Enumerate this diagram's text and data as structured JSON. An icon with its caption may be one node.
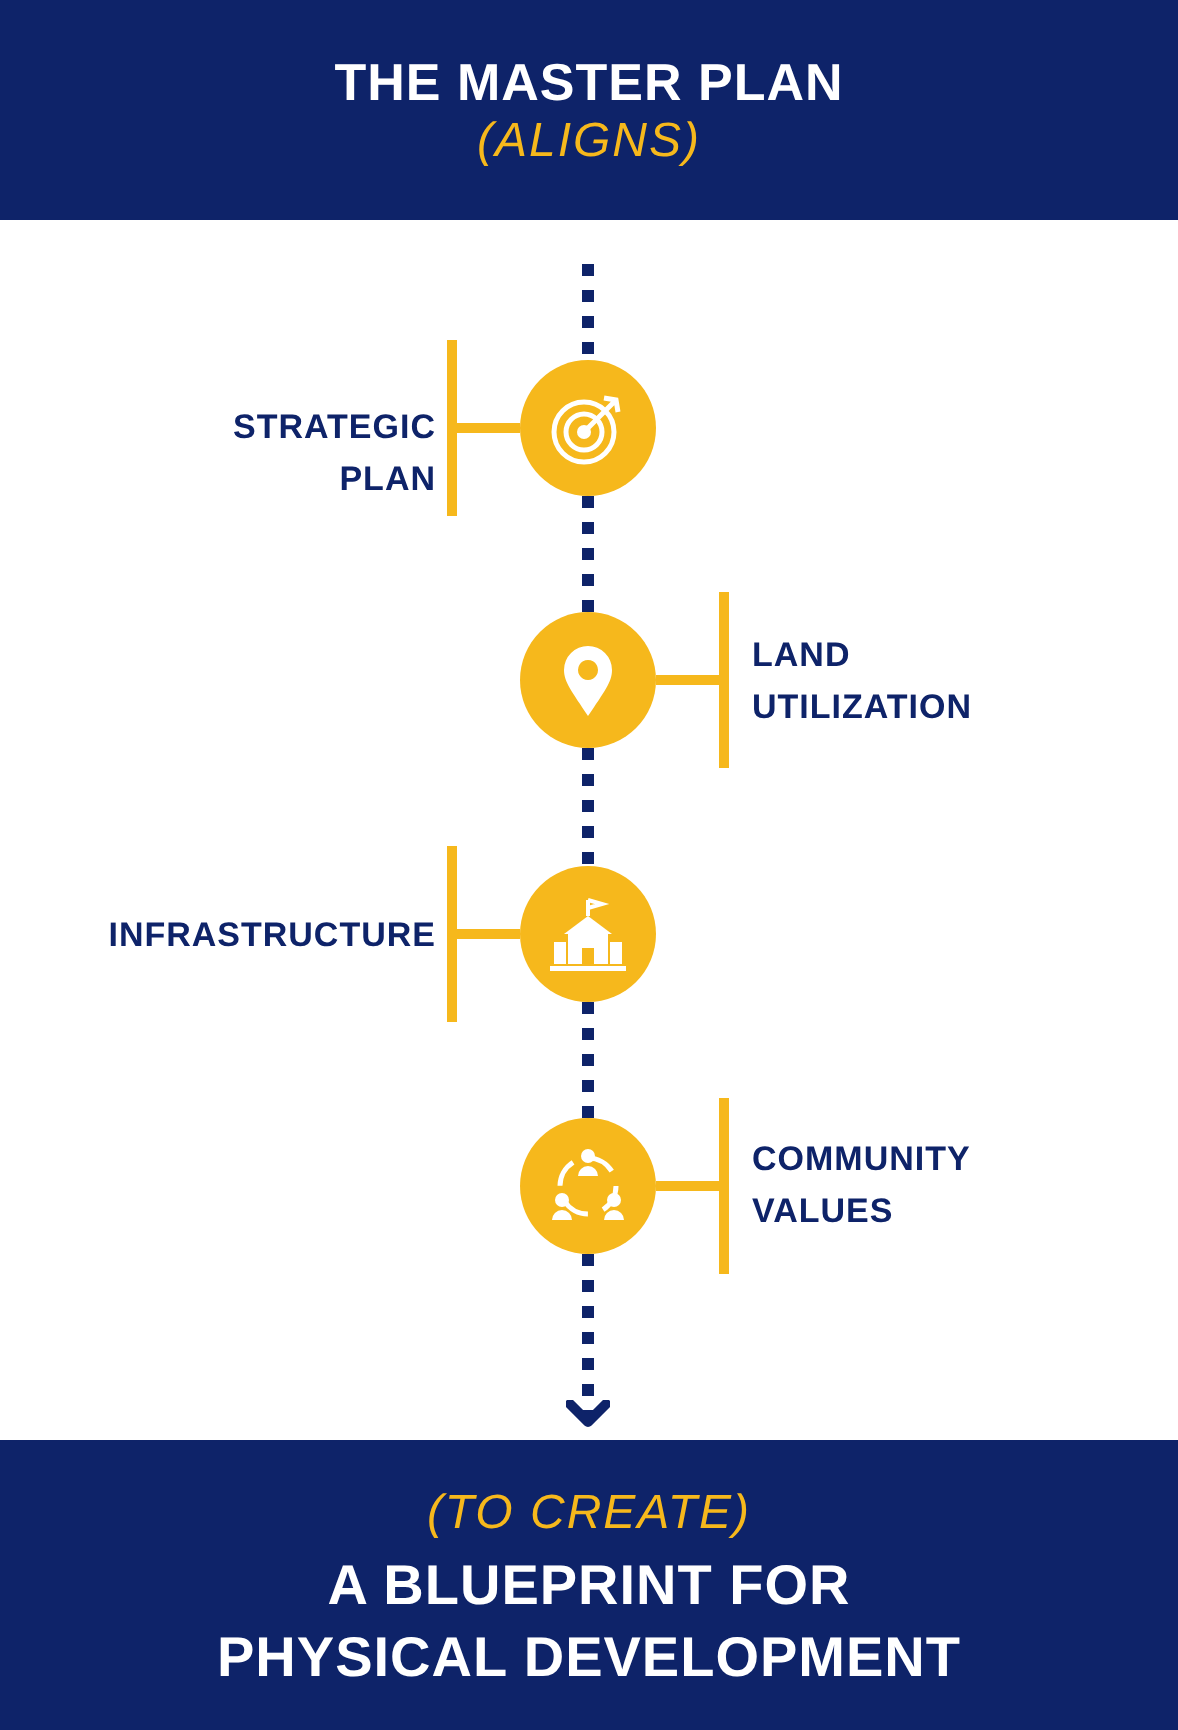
{
  "diagram": {
    "nodes": [
      {
        "text": [
          "THE MASTER PLAN",
          "(ALIGNS)"
        ]
      },
      {
        "text": [],
        "shape": "circle",
        "beside": [
          "STRATEGIC PLAN"
        ]
      },
      {
        "text": [],
        "shape": "circle",
        "beside": [
          "LAND UTILIZATION"
        ]
      },
      {
        "text": [],
        "shape": "circle",
        "beside": [
          "INFRASTRUCTURE"
        ]
      },
      {
        "text": [],
        "shape": "circle",
        "beside": [
          "COMMUNITY VALUES"
        ]
      },
      {
        "text": [
          "(TO CREATE)",
          "A BLUEPRINT FOR PHYSICAL DEVELOPMENT"
        ]
      }
    ],
    "edges": [
      {
        "from": 0,
        "to": 1,
        "arrow": "none",
        "style": "dashed"
      },
      {
        "from": 1,
        "to": 2,
        "arrow": "none",
        "style": "dashed"
      },
      {
        "from": 2,
        "to": 3,
        "arrow": "none",
        "style": "dashed"
      },
      {
        "from": 3,
        "to": 4,
        "arrow": "none",
        "style": "dashed"
      },
      {
        "from": 4,
        "to": 5,
        "arrow": "to",
        "style": "dashed"
      }
    ]
  }
}
